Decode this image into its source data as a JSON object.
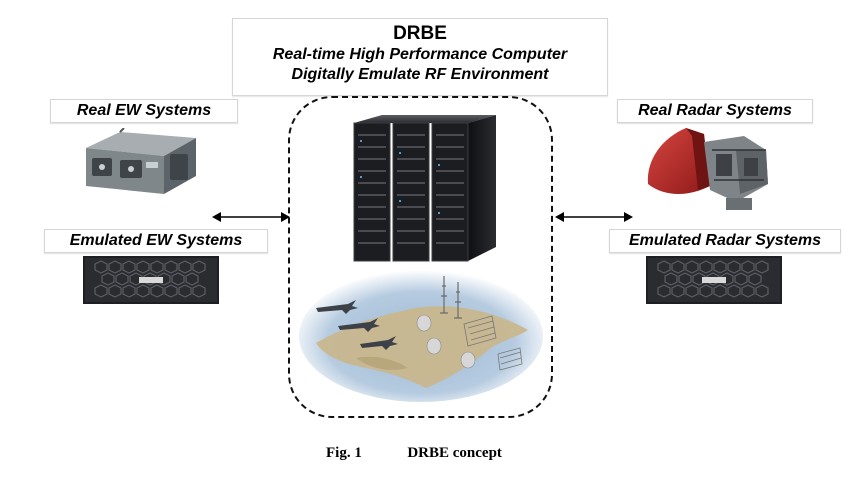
{
  "header": {
    "title": "DRBE",
    "subtitle_line1": "Real-time High Performance Computer",
    "subtitle_line2": "Digitally Emulate RF Environment"
  },
  "left": {
    "real_label": "Real EW Systems",
    "emulated_label": "Emulated EW Systems"
  },
  "right": {
    "real_label": "Real Radar Systems",
    "emulated_label": "Emulated Radar Systems"
  },
  "caption": {
    "fig_number": "Fig. 1",
    "fig_title": "DRBE concept"
  },
  "colors": {
    "dashed_border": "#111111",
    "radar_red": "#b3201f",
    "server_dark": "#1e1f22",
    "ocean": "#7fa8c8",
    "land": "#c9b890"
  },
  "icons": [
    "ew-hardware-icon",
    "server-chassis-icon",
    "server-rack-icon",
    "rf-scene-icon",
    "radar-icon",
    "double-arrow-icon"
  ]
}
